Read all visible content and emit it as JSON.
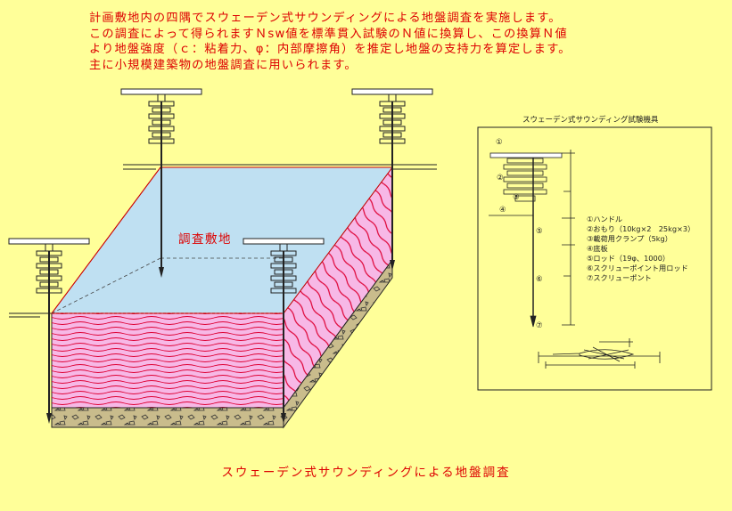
{
  "intro_lines": [
    "計画敷地内の四隅でスウェーデン式サウンディングによる地盤調査を実施します。",
    "この調査によって得られますＮsw値を標準貫入試験のＮ値に換算し、この換算Ｎ値",
    "より地盤強度（ｃ：粘着力、φ：内部摩擦角）を推定し地盤の支持力を算定します。",
    "主に小規模建築物の地盤調査に用いられます。"
  ],
  "site_label": "調査敷地",
  "caption": "スウェーデン式サウンディングによる地盤調査",
  "apparatus": {
    "title": "スウェーデン式サウンディング試験機具",
    "markers": [
      "①",
      "②",
      "③",
      "④",
      "⑤",
      "⑥",
      "⑦"
    ],
    "legend": [
      "①ハンドル",
      "②おもり（10kg×2　25kg×3）",
      "③載荷用クランプ（5kg）",
      "④底板",
      "⑤ロッド（19φ、1000）",
      "⑥スクリューポイント用ロッド",
      "⑦スクリューポント"
    ]
  },
  "colors": {
    "background": "#ffff99",
    "text_red": "#dd0000",
    "surface_blue": "#bfe0f2",
    "soil_pink": "#f7b8e6",
    "wave_red": "#dd0033",
    "gravel": "#c9bc8c"
  }
}
